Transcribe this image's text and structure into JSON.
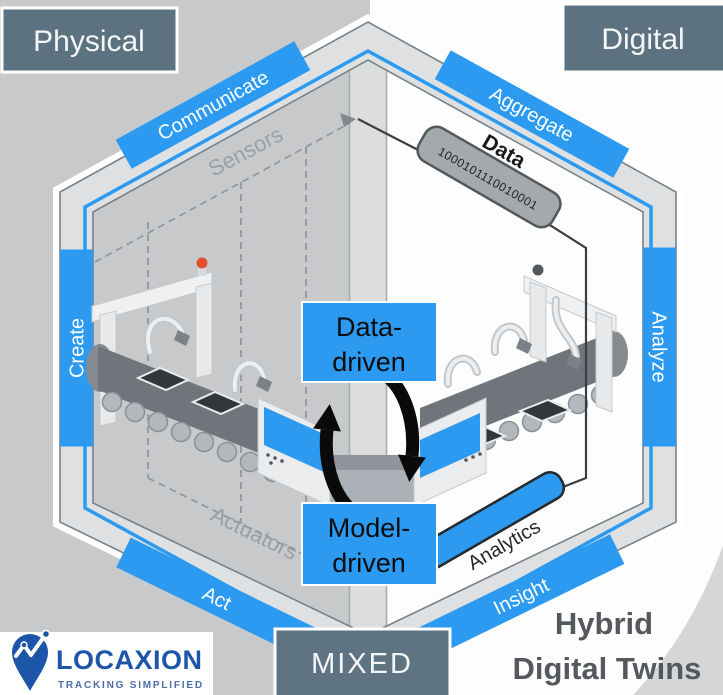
{
  "corners": {
    "physical": "Physical",
    "digital": "Digital",
    "mixed": "MIXED"
  },
  "edges": {
    "communicate": "Communicate",
    "aggregate": "Aggregate",
    "create": "Create",
    "analyze": "Analyze",
    "act": "Act",
    "insight": "Insight"
  },
  "center": {
    "data_driven_l1": "Data-",
    "data_driven_l2": "driven",
    "model_driven_l1": "Model-",
    "model_driven_l2": "driven"
  },
  "annotations": {
    "sensors": "Sensors",
    "actuators": "Actuators",
    "data": "Data",
    "data_binary": "1000101110010001",
    "analytics": "Analytics"
  },
  "logo": {
    "brand": "LOCAXION",
    "tagline": "TRACKING SIMPLIFIED"
  },
  "title": {
    "l1": "Hybrid",
    "l2": "Digital Twins"
  },
  "colors": {
    "accent_blue": "#2b9af0",
    "slate_box": "#5c7280",
    "logo_blue": "#1d55a8",
    "title_gray": "#55595d",
    "background_gray": "#c7c9ca",
    "belt_gray": "#70757b"
  }
}
